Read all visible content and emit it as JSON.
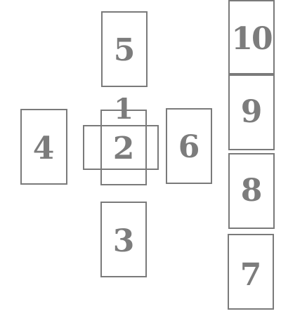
{
  "diagram": {
    "stroke_color": "#7a7a7a",
    "text_color": "#7c7c7c",
    "background": "#ffffff",
    "positions": [
      {
        "label": "1"
      },
      {
        "label": "2"
      },
      {
        "label": "3"
      },
      {
        "label": "4"
      },
      {
        "label": "5"
      },
      {
        "label": "6"
      },
      {
        "label": "7"
      },
      {
        "label": "8"
      },
      {
        "label": "9"
      },
      {
        "label": "10"
      }
    ]
  }
}
